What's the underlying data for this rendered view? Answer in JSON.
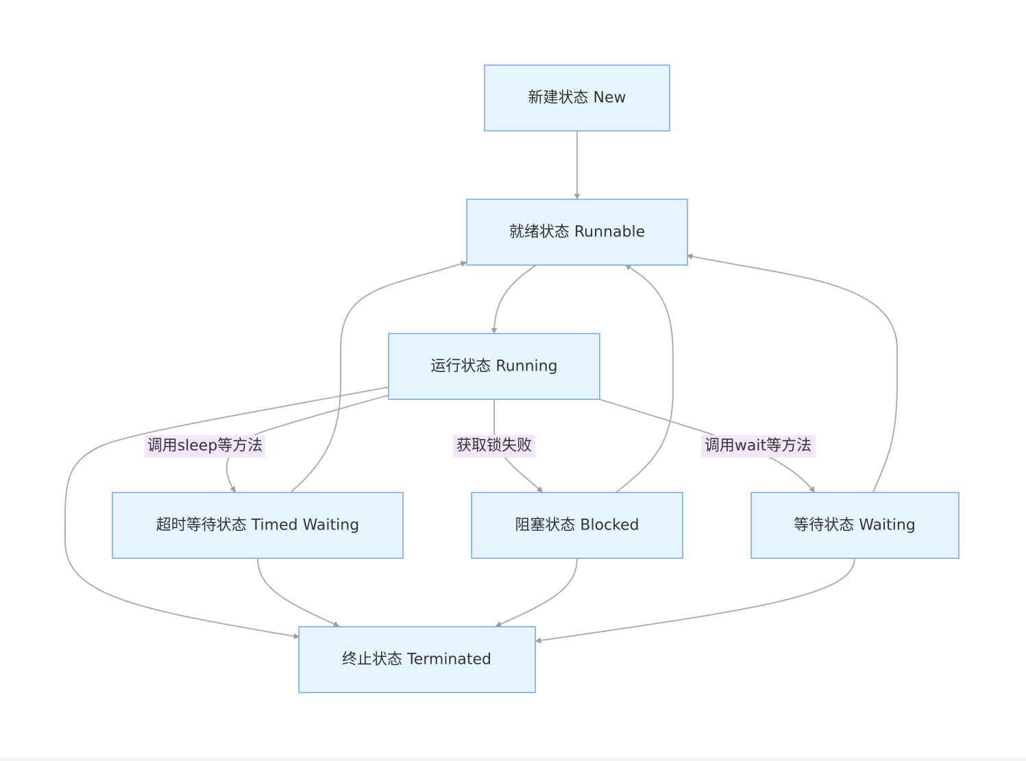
{
  "diagram": {
    "type": "flowchart",
    "colors": {
      "node_fill": "#e6f5fd",
      "node_border": "#7aa9ee",
      "edge": "#a8a8a8",
      "edge_label_bg": "#f1e6fa",
      "text": "#333333"
    },
    "nodes": {
      "new": "新建状态 New",
      "runnable": "就绪状态 Runnable",
      "running": "运行状态 Running",
      "timed_waiting": "超时等待状态 Timed Waiting",
      "blocked": "阻塞状态 Blocked",
      "waiting": "等待状态 Waiting",
      "terminated": "终止状态 Terminated"
    },
    "edge_labels": {
      "running_to_timed_waiting": "调用sleep等方法",
      "running_to_blocked": "获取锁失败",
      "running_to_waiting": "调用wait等方法"
    },
    "edges": [
      {
        "from": "new",
        "to": "runnable"
      },
      {
        "from": "runnable",
        "to": "running"
      },
      {
        "from": "running",
        "to": "timed_waiting",
        "label": "调用sleep等方法"
      },
      {
        "from": "running",
        "to": "blocked",
        "label": "获取锁失败"
      },
      {
        "from": "running",
        "to": "waiting",
        "label": "调用wait等方法"
      },
      {
        "from": "timed_waiting",
        "to": "runnable"
      },
      {
        "from": "blocked",
        "to": "runnable"
      },
      {
        "from": "waiting",
        "to": "runnable"
      },
      {
        "from": "running",
        "to": "terminated"
      },
      {
        "from": "timed_waiting",
        "to": "terminated"
      },
      {
        "from": "blocked",
        "to": "terminated"
      },
      {
        "from": "waiting",
        "to": "terminated"
      }
    ]
  }
}
